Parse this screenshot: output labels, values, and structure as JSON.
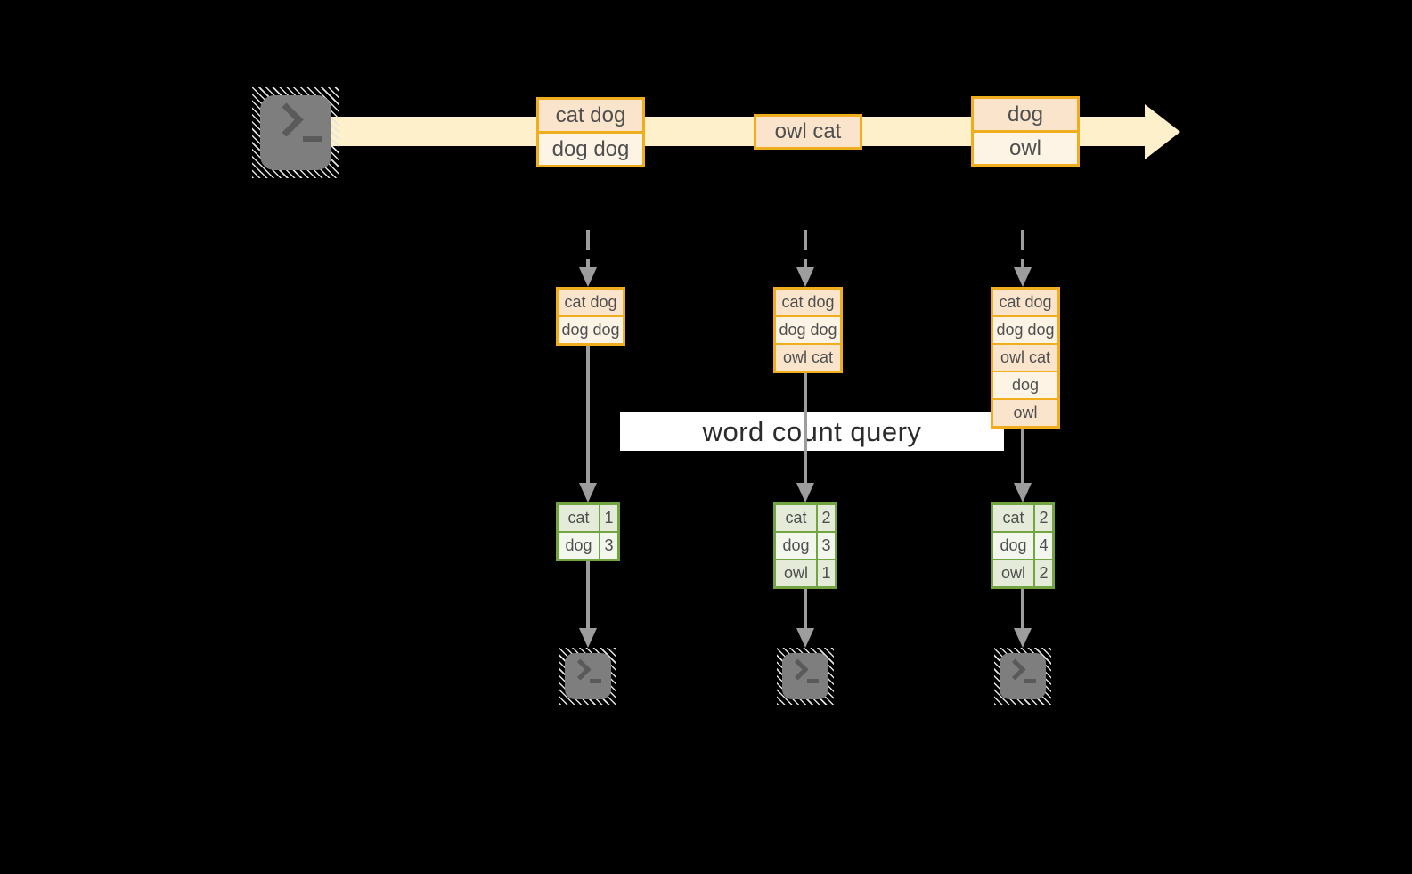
{
  "query": {
    "label": "word count query"
  },
  "stream": {
    "source_icon": "terminal-icon",
    "batches": [
      {
        "items": [
          "cat dog",
          "dog dog"
        ]
      },
      {
        "items": [
          "owl cat"
        ]
      },
      {
        "items": [
          "dog",
          "owl"
        ]
      }
    ]
  },
  "columns": [
    {
      "state": [
        "cat dog",
        "dog dog"
      ],
      "counts": [
        {
          "word": "cat",
          "count": "1"
        },
        {
          "word": "dog",
          "count": "3"
        }
      ]
    },
    {
      "state": [
        "cat dog",
        "dog dog",
        "owl cat"
      ],
      "counts": [
        {
          "word": "cat",
          "count": "2"
        },
        {
          "word": "dog",
          "count": "3"
        },
        {
          "word": "owl",
          "count": "1"
        }
      ]
    },
    {
      "state": [
        "cat dog",
        "dog dog",
        "owl cat",
        "dog",
        "owl"
      ],
      "counts": [
        {
          "word": "cat",
          "count": "2"
        },
        {
          "word": "dog",
          "count": "4"
        },
        {
          "word": "owl",
          "count": "2"
        }
      ]
    }
  ],
  "colors": {
    "background": "#000000",
    "stream-yellow": "#fdf0cb",
    "orange-border": "#f0ad1e",
    "peach-fill": "#fae5cc",
    "cream-fill": "#fdf4e6",
    "green-border": "#73a442",
    "sage-fill": "#e4ecd9",
    "sage-light-fill": "#f2f6ed",
    "arrow-gray": "#9d9d9d",
    "terminal-gray": "#7e7e7e",
    "glyph-gray": "#5a5a5a",
    "label-text": "#4f4f4f",
    "query-text": "#2b2b2b",
    "query-bg": "#ffffff"
  }
}
